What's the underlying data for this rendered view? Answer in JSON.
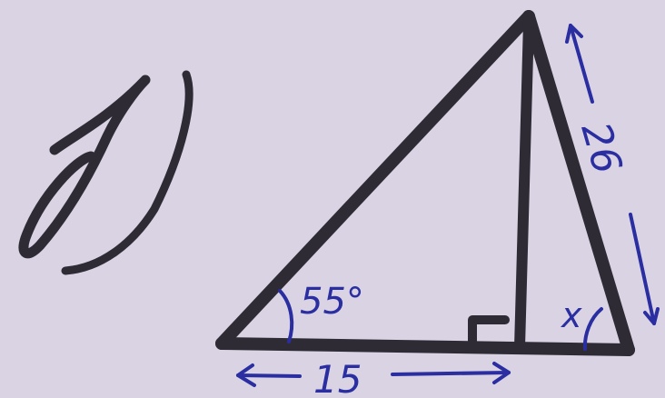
{
  "problem": {
    "label": "d)"
  },
  "triangle": {
    "angle_label": "55°",
    "base_label": "15",
    "side_label": "26",
    "unknown_angle": "x",
    "right_angle_marker": true
  },
  "colors": {
    "paper": "#d9d3e3",
    "marker": "#2f2b35",
    "pen": "#2a2ea0"
  }
}
